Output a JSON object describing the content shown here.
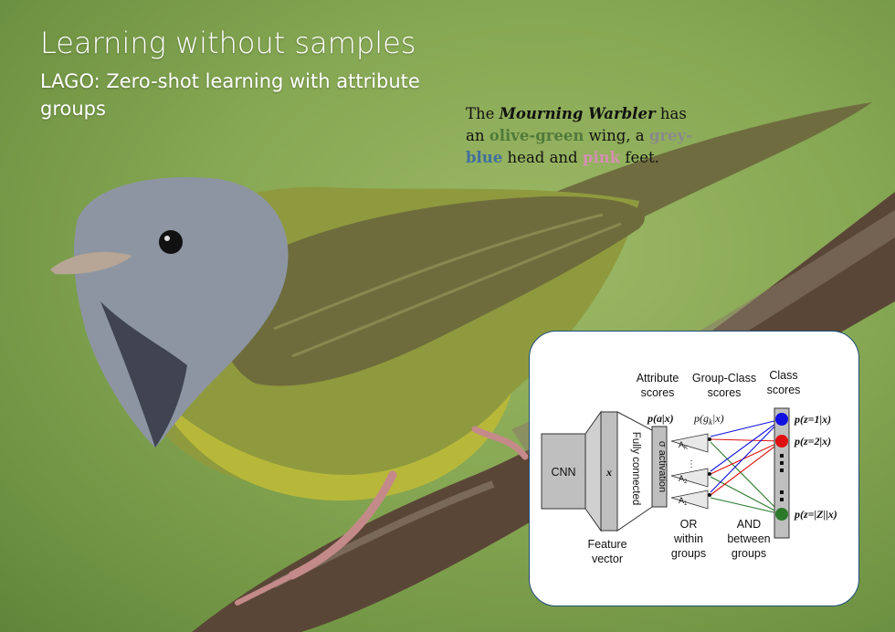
{
  "slide": {
    "title": "Learning without samples",
    "subtitle": "LAGO: Zero-shot learning with attribute groups"
  },
  "caption": {
    "the": "The ",
    "species": "Mourning Warbler",
    "has_an": " has an ",
    "olive_green": "olive-green",
    "wing_a": " wing, a ",
    "grey": "grey",
    "dash": "-",
    "blue": "blue",
    "head_and": " head and ",
    "pink": "pink",
    "feet": " feet."
  },
  "diagram": {
    "col_attribute": [
      "Attribute",
      "scores"
    ],
    "col_group_class": [
      "Group-Class",
      "scores"
    ],
    "col_class": [
      "Class",
      "scores"
    ],
    "cnn": "CNN",
    "x": "x",
    "fully_connected": "Fully connected",
    "sigma_activation": "σ activation",
    "p_a_x": "p(a|x)",
    "p_g_x": "p(g",
    "p_g_sub": "k",
    "p_g_tail": "|x)",
    "a_k": "A",
    "a_k_sub": "K",
    "a_2": "A",
    "a_2_sub": "2",
    "a_1": "A",
    "a_1_sub": "1",
    "feature_vector": [
      "Feature",
      "vector"
    ],
    "or_within": [
      "OR",
      "within",
      "groups"
    ],
    "and_between": [
      "AND",
      "between",
      "groups"
    ],
    "p_z1": "p(z=1|x)",
    "p_z2": "p(z=2|x)",
    "p_zZ": "p(z=|Z||x)",
    "colors": {
      "blue": "#1010e0",
      "red": "#e01010",
      "green": "#2a7a2a",
      "class_bar": "#bfbfbf",
      "box": "#bfbfbf"
    }
  }
}
